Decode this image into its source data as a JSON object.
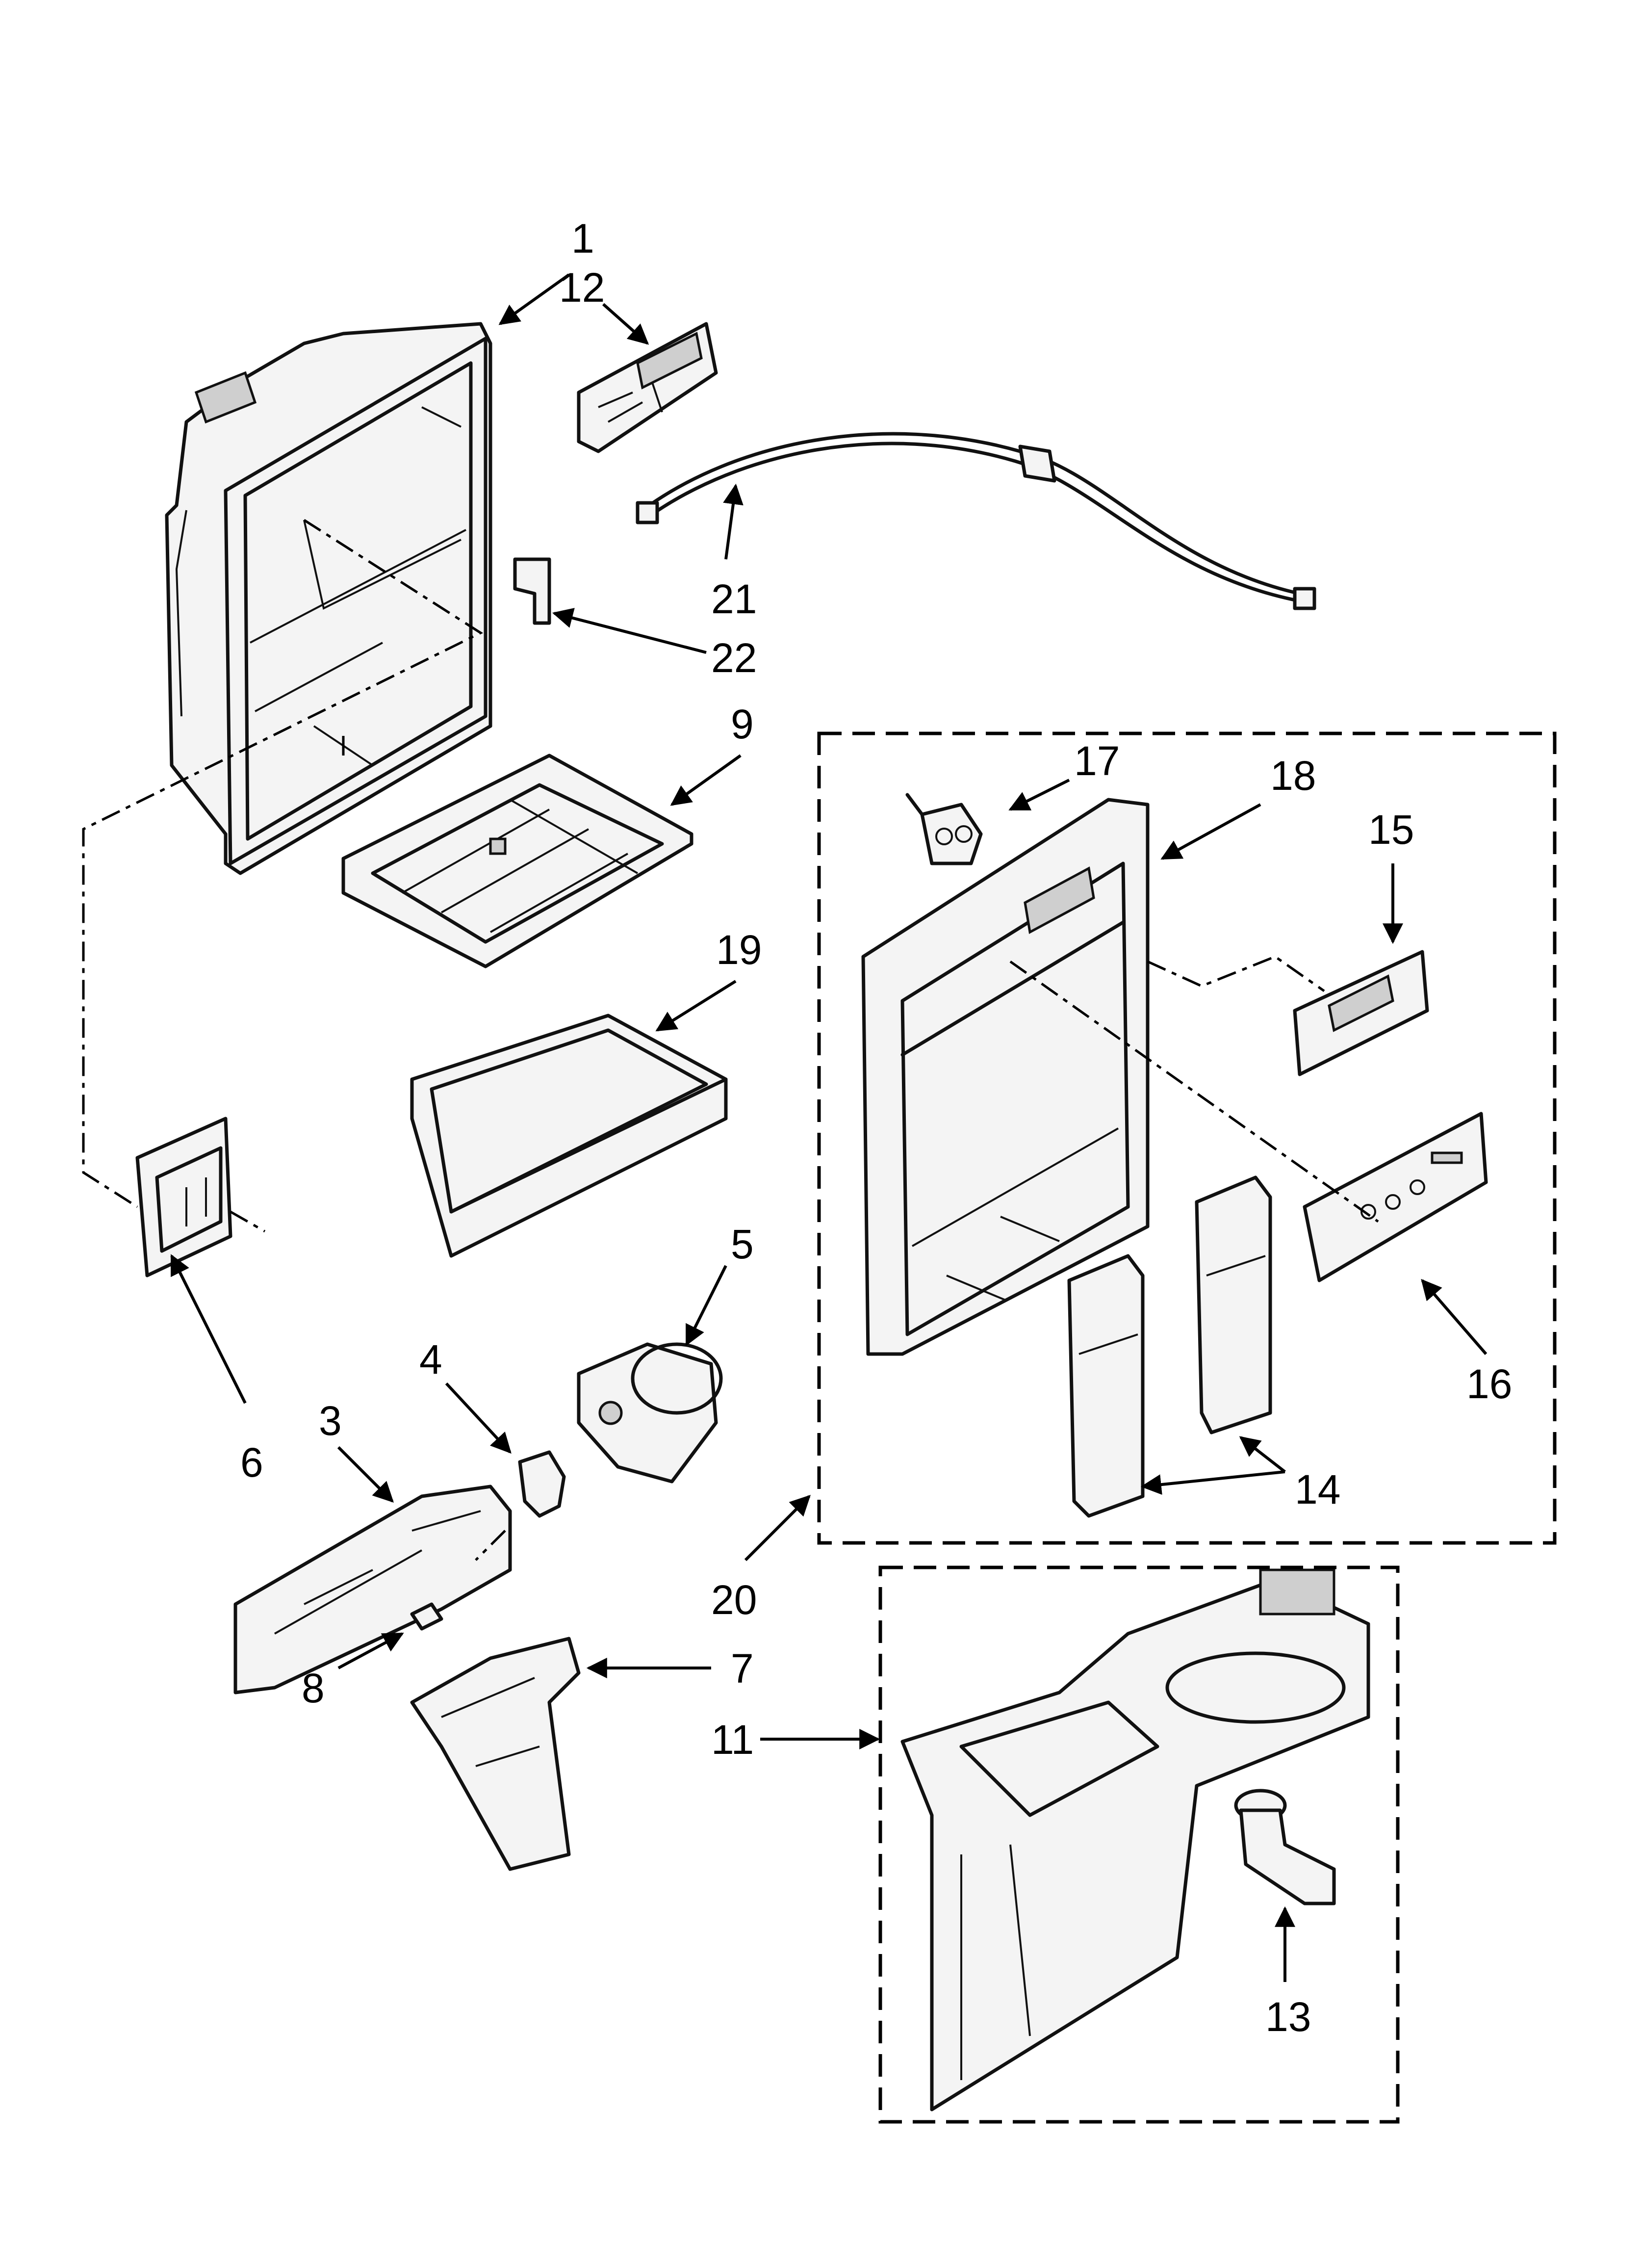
{
  "callouts": {
    "c1": "1",
    "c12": "12",
    "c21": "21",
    "c22": "22",
    "c9": "9",
    "c19": "19",
    "c17": "17",
    "c18": "18",
    "c15": "15",
    "c16": "16",
    "c14": "14",
    "c5": "5",
    "c4": "4",
    "c3": "3",
    "c6": "6",
    "c8": "8",
    "c7": "7",
    "c20": "20",
    "c11": "11",
    "c13": "13"
  },
  "icons": [
    "ice-bucket-housing",
    "control-board",
    "wire-harness",
    "bracket",
    "ice-tray-shelf",
    "drip-tray",
    "switch-housing",
    "motor",
    "actuator",
    "lever",
    "screw",
    "dispenser-housing",
    "connector",
    "circuit-board",
    "control-panel",
    "paddle",
    "ice-chute",
    "water-fitting"
  ]
}
